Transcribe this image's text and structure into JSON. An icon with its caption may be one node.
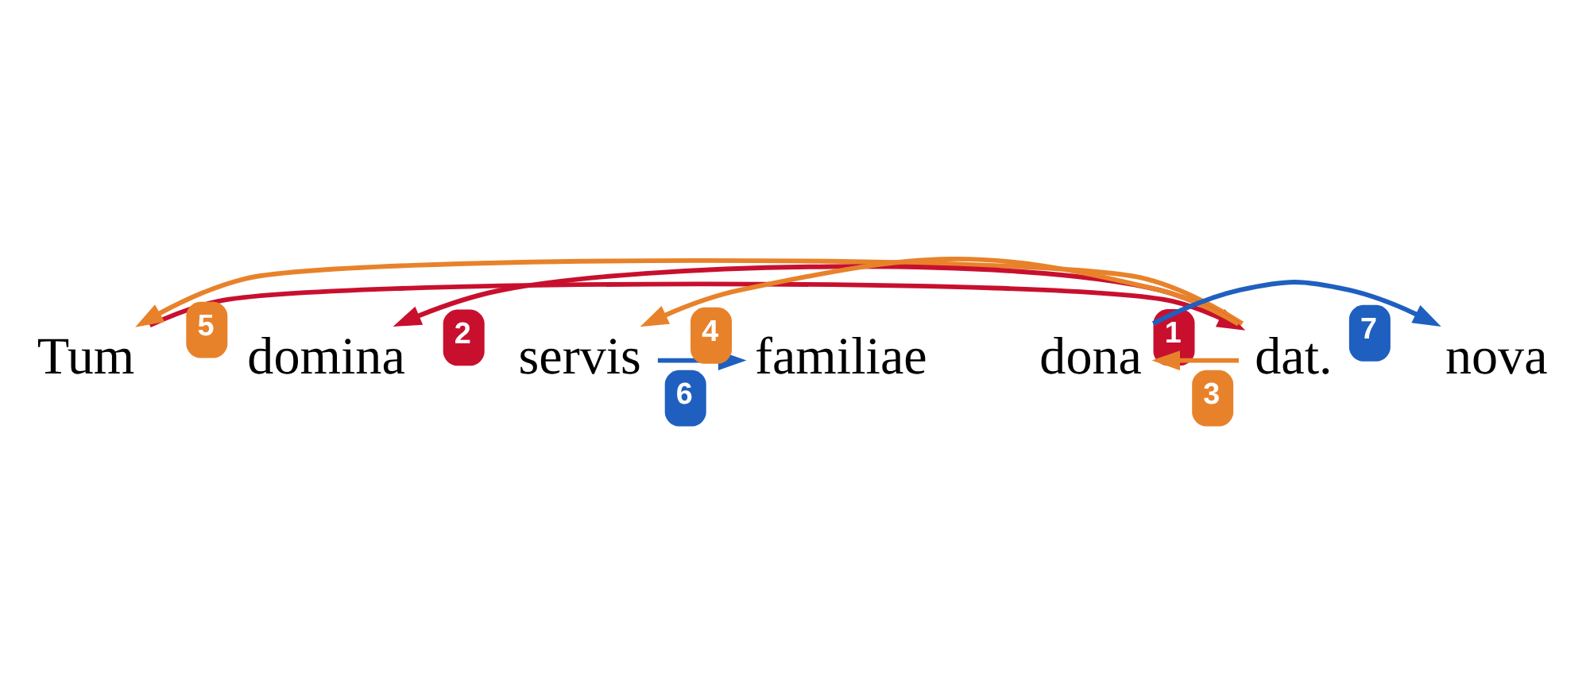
{
  "diagram": {
    "nodes": [
      {
        "text": [
          "Tum"
        ]
      },
      {
        "text": [
          "domina"
        ]
      },
      {
        "text": [
          "servis"
        ]
      },
      {
        "text": [
          "familiae"
        ]
      },
      {
        "text": [
          "dona"
        ]
      },
      {
        "text": [
          "nova"
        ]
      },
      {
        "text": [
          "dat."
        ]
      }
    ],
    "edges": [
      {
        "from": 0,
        "to": 6,
        "arrow": "to",
        "label": "1",
        "color": "#c8102e"
      },
      {
        "from": 6,
        "to": 1,
        "arrow": "to",
        "label": "2",
        "color": "#c8102e"
      },
      {
        "from": 6,
        "to": 4,
        "arrow": "to",
        "label": "3"
      },
      {
        "from": 6,
        "to": 2,
        "arrow": "to",
        "label": "4"
      },
      {
        "from": 6,
        "to": 0,
        "arrow": "to",
        "label": "5"
      },
      {
        "from": 2,
        "to": 3,
        "arrow": "to",
        "label": "6",
        "color": "#1f5fbf"
      },
      {
        "from": 4,
        "to": 5,
        "arrow": "to",
        "label": "7",
        "color": "#1f5fbf"
      }
    ]
  }
}
